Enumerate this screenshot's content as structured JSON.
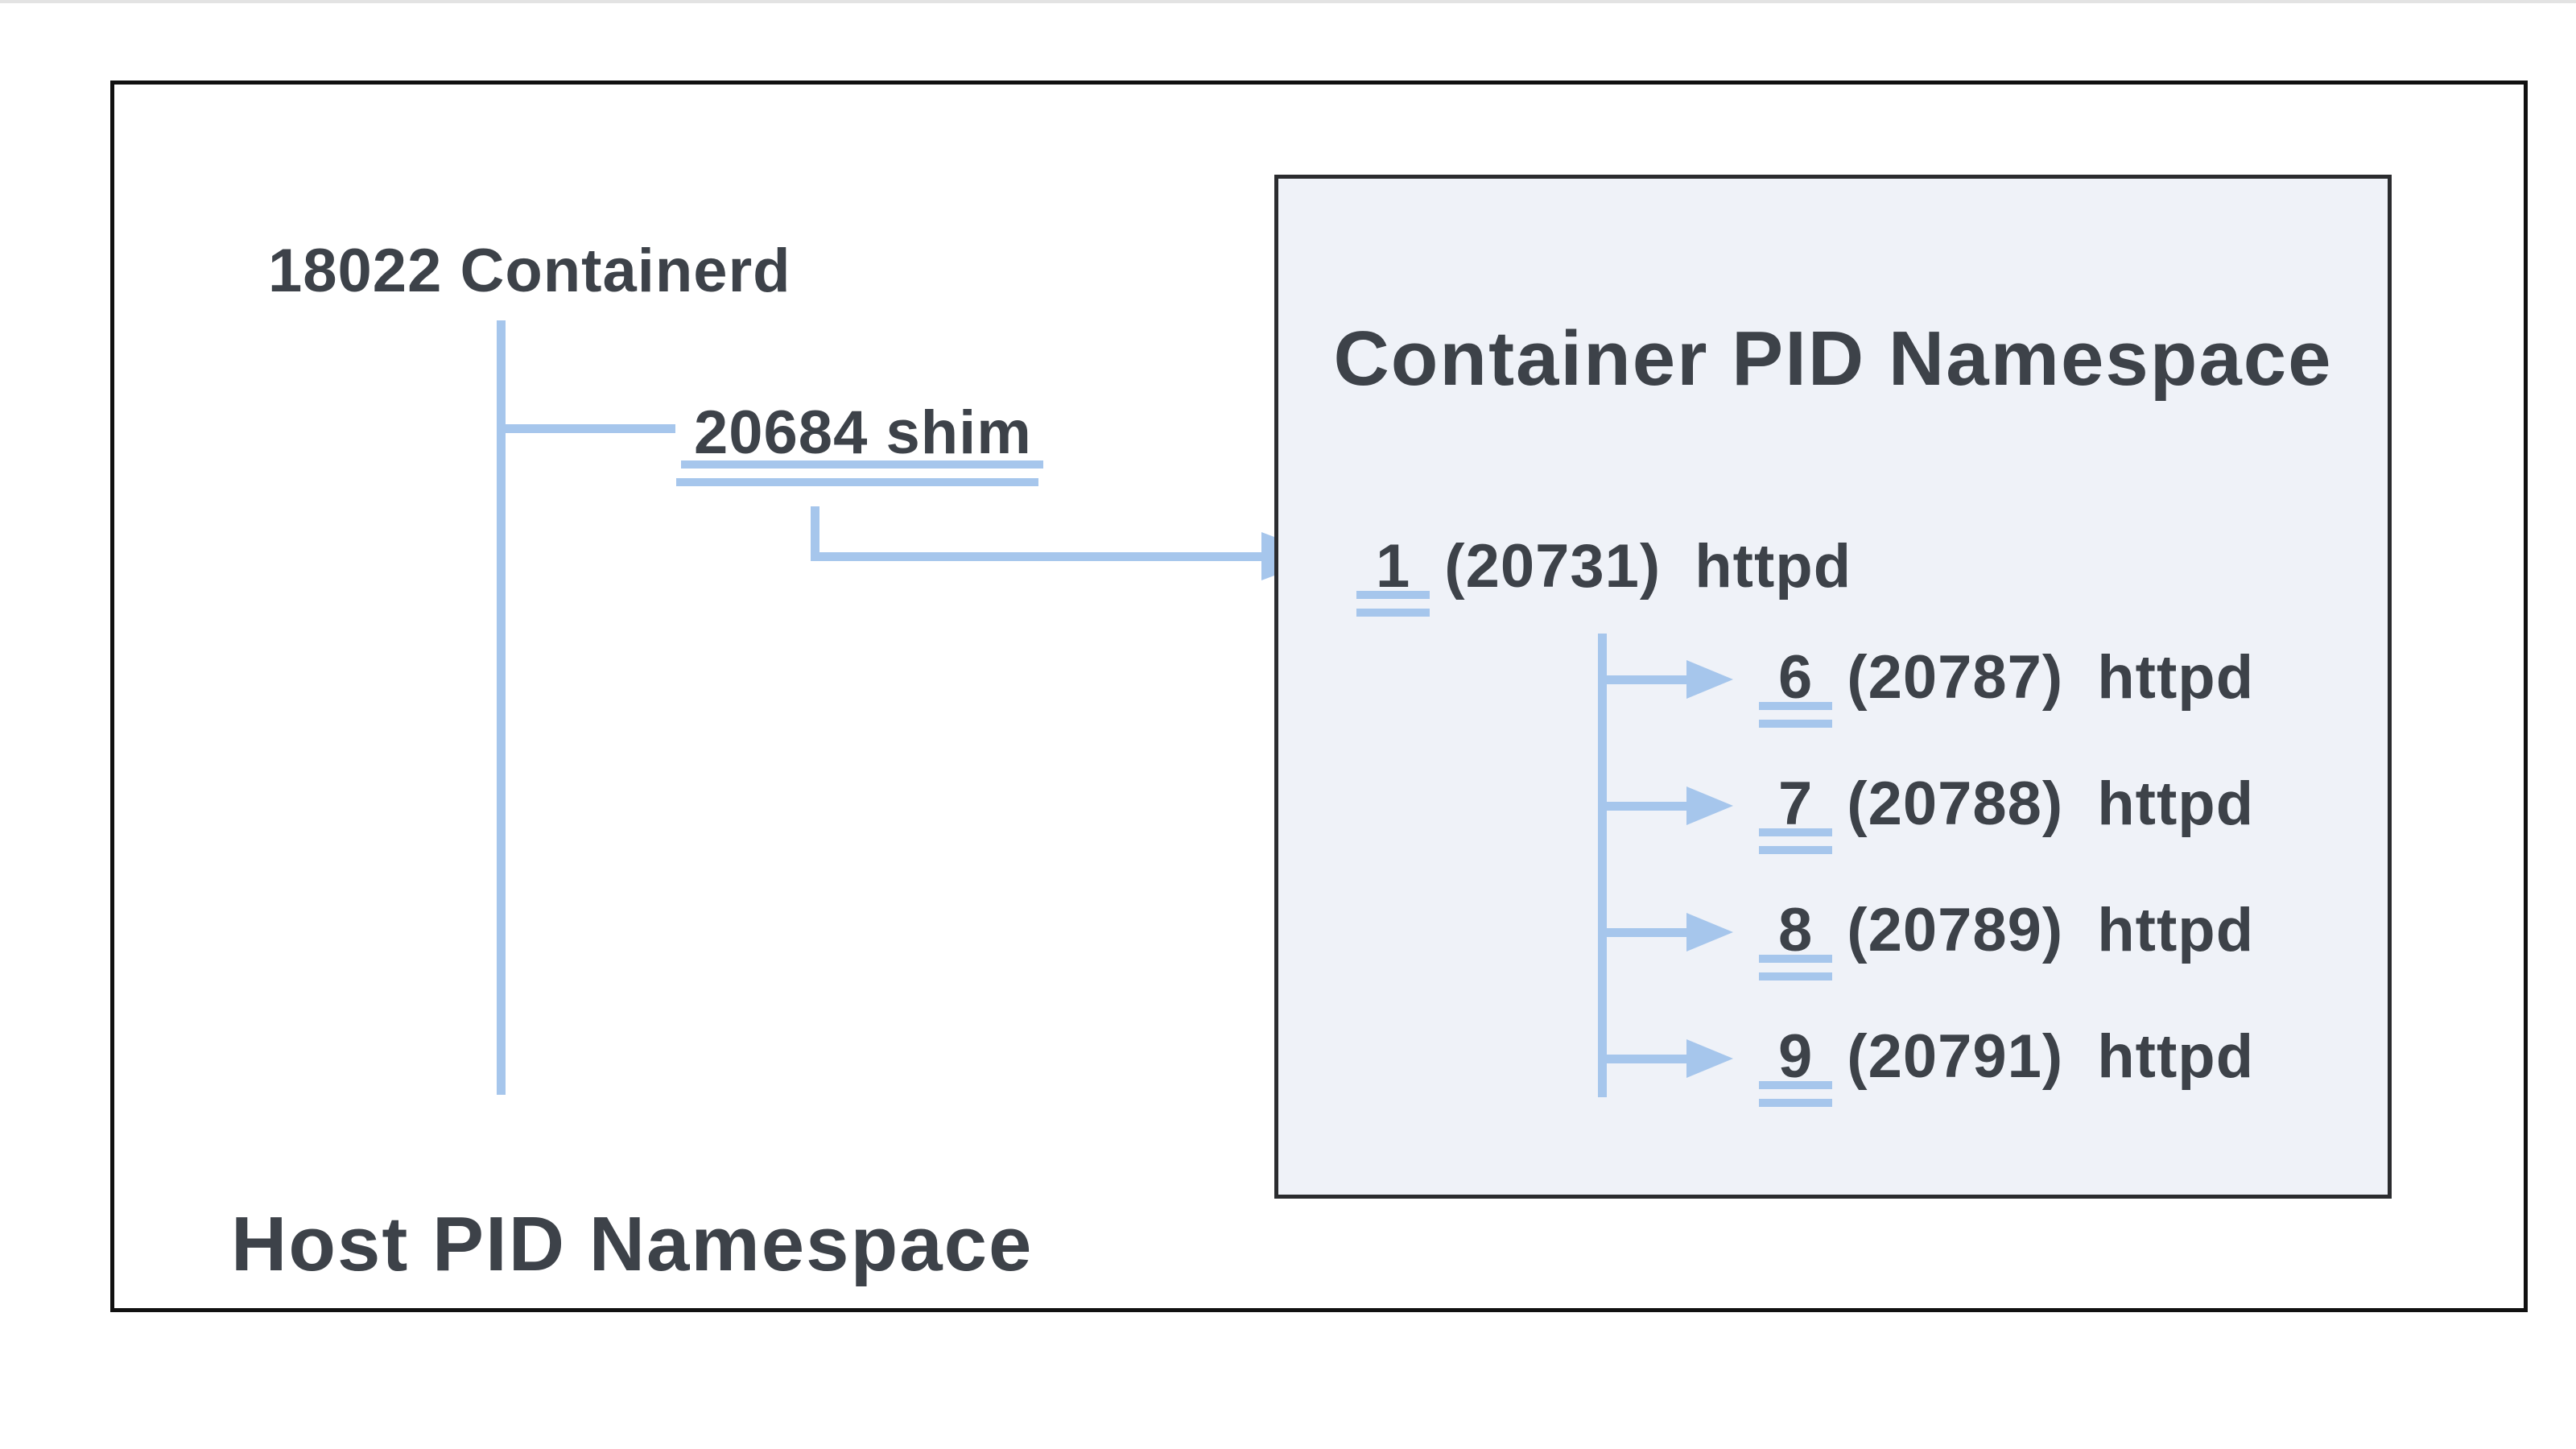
{
  "diagram": {
    "host_namespace": {
      "title": "Host PID Namespace",
      "root_process_label": "18022 Containerd",
      "shim_process_label": "20684 shim"
    },
    "container_namespace": {
      "title": "Container PID Namespace",
      "init_process": {
        "ns_pid": "1",
        "host_pid": "(20731)",
        "process": "httpd"
      },
      "children": [
        {
          "ns_pid": "6",
          "host_pid": "(20787)",
          "process": "httpd"
        },
        {
          "ns_pid": "7",
          "host_pid": "(20788)",
          "process": "httpd"
        },
        {
          "ns_pid": "8",
          "host_pid": "(20789)",
          "process": "httpd"
        },
        {
          "ns_pid": "9",
          "host_pid": "(20791)",
          "process": "httpd"
        }
      ]
    },
    "colors": {
      "line_blue": "#a6c6ec",
      "text": "#3d4249",
      "container_fill": "#eff2f8",
      "outer_border": "#111111",
      "inner_border": "#2b2c2f"
    }
  }
}
